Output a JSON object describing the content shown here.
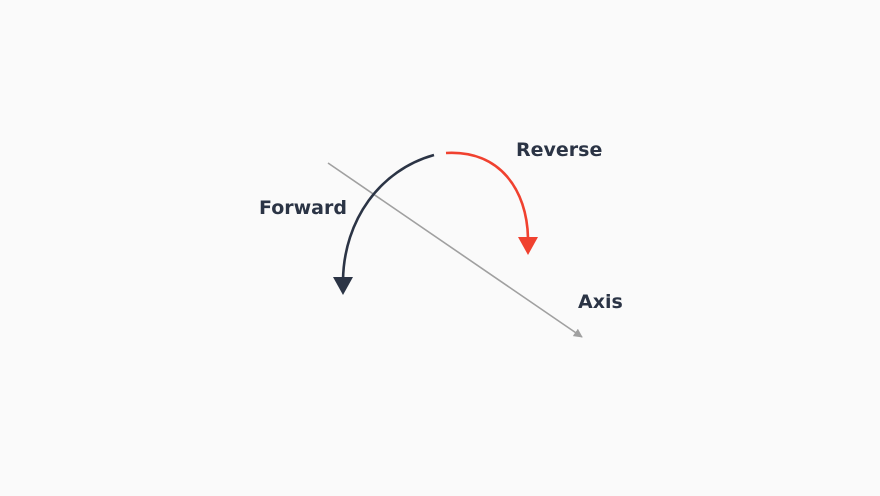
{
  "labels": {
    "reverse": "Reverse",
    "forward": "Forward",
    "axis": "Axis"
  },
  "colors": {
    "background": "#fafafa",
    "forward_arrow": "#2b3445",
    "reverse_arrow": "#f0412f",
    "axis_line": "#a0a0a0",
    "text": "#2b3445"
  }
}
